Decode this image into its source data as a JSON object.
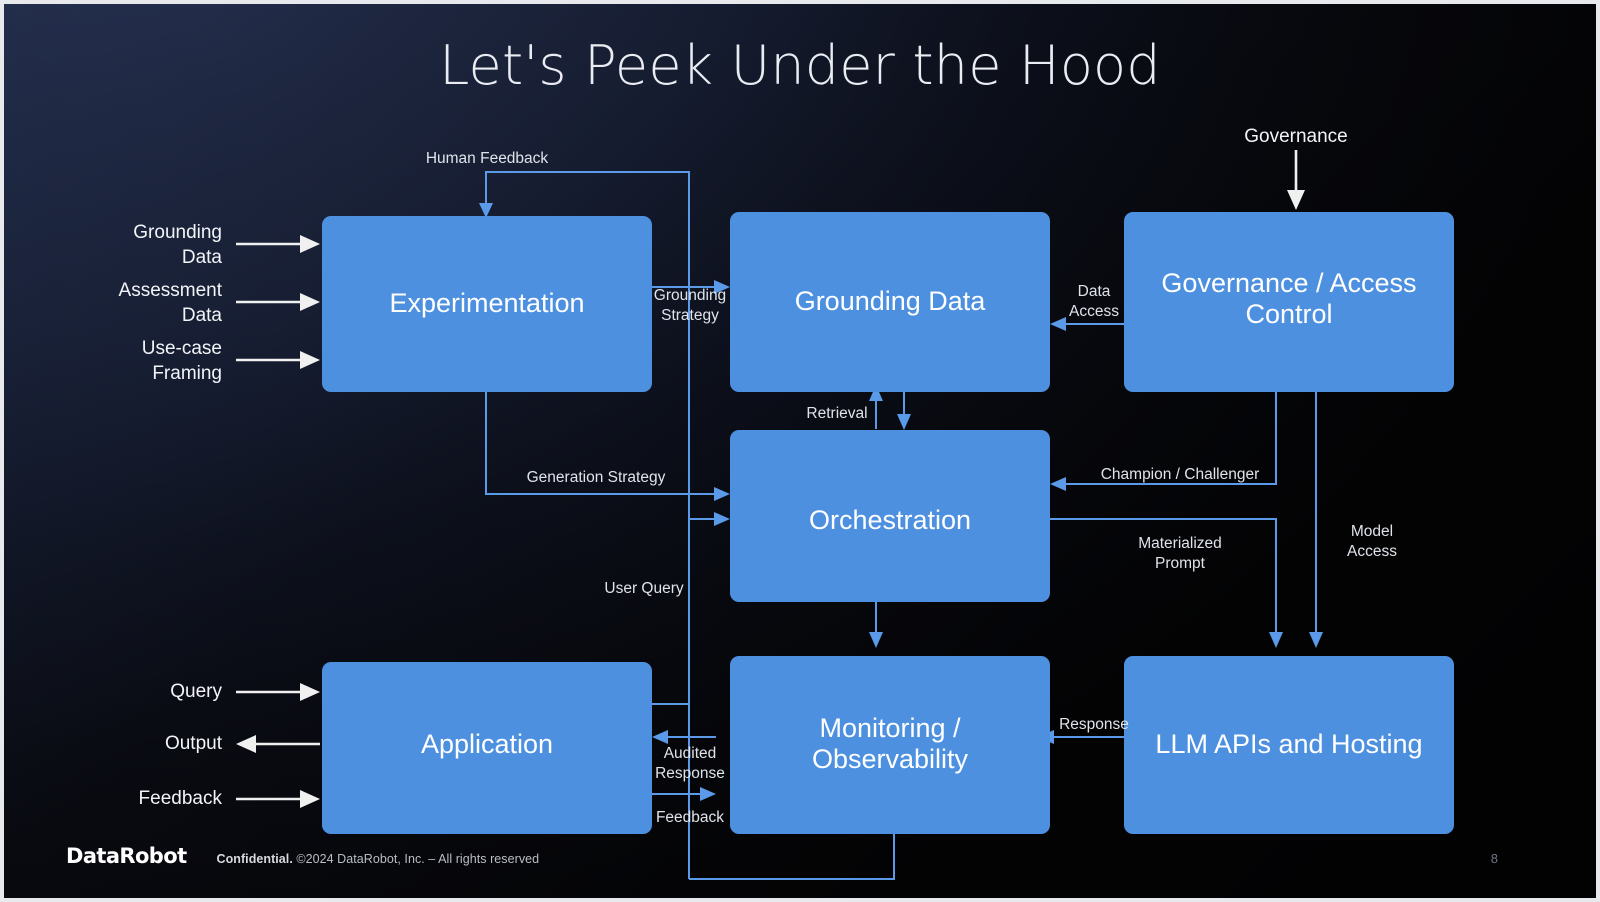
{
  "slide": {
    "title": "Let's Peek Under the Hood",
    "page_number": "8",
    "accent_color": "#4d90e0",
    "flow_color": "#5a9ae8",
    "external_color": "#f0f0f0",
    "background_start": "#26304d",
    "background_end": "#050507"
  },
  "footer": {
    "logo": "DataRobot",
    "confidential": "Confidential.",
    "copyright": "©2024 DataRobot, Inc. – All rights reserved"
  },
  "nodes": {
    "experimentation": {
      "label": "Experimentation"
    },
    "grounding_data": {
      "label": "Grounding Data"
    },
    "governance": {
      "label_line1": "Governance / Access",
      "label_line2": "Control"
    },
    "orchestration": {
      "label": "Orchestration"
    },
    "application": {
      "label": "Application"
    },
    "monitoring": {
      "label_line1": "Monitoring /",
      "label_line2": "Observability"
    },
    "llm": {
      "label": "LLM APIs and Hosting"
    }
  },
  "external_inputs": {
    "grounding_data_line1": "Grounding",
    "grounding_data_line2": "Data",
    "assessment_data_line1": "Assessment",
    "assessment_data_line2": "Data",
    "use_case_line1": "Use-case",
    "use_case_line2": "Framing",
    "governance": "Governance",
    "query": "Query",
    "output": "Output",
    "feedback": "Feedback"
  },
  "edge_labels": {
    "human_feedback": "Human Feedback",
    "grounding_strategy_l1": "Grounding",
    "grounding_strategy_l2": "Strategy",
    "data_access_l1": "Data",
    "data_access_l2": "Access",
    "retrieval": "Retrieval",
    "generation_strategy": "Generation Strategy",
    "champion_challenger": "Champion / Challenger",
    "materialized_prompt_l1": "Materialized",
    "materialized_prompt_l2": "Prompt",
    "model_access_l1": "Model",
    "model_access_l2": "Access",
    "user_query": "User Query",
    "audited_response_l1": "Audited",
    "audited_response_l2": "Response",
    "feedback": "Feedback",
    "response": "Response"
  },
  "chart_data": {
    "type": "diagram",
    "title": "Let's Peek Under the Hood",
    "nodes": [
      "Experimentation",
      "Grounding Data",
      "Governance / Access Control",
      "Orchestration",
      "Application",
      "Monitoring / Observability",
      "LLM APIs and Hosting"
    ],
    "external_inputs": [
      "Grounding Data",
      "Assessment Data",
      "Use-case Framing",
      "Governance",
      "Query",
      "Output",
      "Feedback"
    ],
    "edges": [
      {
        "from": "external",
        "to": "Experimentation",
        "label": "Human Feedback"
      },
      {
        "from": "Experimentation",
        "to": "Grounding Data",
        "label": "Grounding Strategy"
      },
      {
        "from": "Experimentation",
        "to": "Orchestration",
        "label": "Generation Strategy"
      },
      {
        "from": "Governance / Access Control",
        "to": "Grounding Data",
        "label": "Data Access"
      },
      {
        "from": "Grounding Data",
        "to": "Orchestration",
        "label": "Retrieval"
      },
      {
        "from": "Orchestration",
        "to": "Grounding Data",
        "label": "Retrieval"
      },
      {
        "from": "Governance / Access Control",
        "to": "Orchestration",
        "label": "Champion / Challenger"
      },
      {
        "from": "Orchestration",
        "to": "LLM APIs and Hosting",
        "label": "Materialized Prompt"
      },
      {
        "from": "Governance / Access Control",
        "to": "LLM APIs and Hosting",
        "label": "Model Access"
      },
      {
        "from": "Application",
        "to": "Orchestration",
        "label": "User Query"
      },
      {
        "from": "Orchestration",
        "to": "Monitoring / Observability",
        "label": ""
      },
      {
        "from": "LLM APIs and Hosting",
        "to": "Monitoring / Observability",
        "label": "Response"
      },
      {
        "from": "Monitoring / Observability",
        "to": "Application",
        "label": "Audited Response"
      },
      {
        "from": "Application",
        "to": "Monitoring / Observability",
        "label": "Feedback"
      },
      {
        "from": "Monitoring / Observability",
        "to": "Experimentation",
        "label": "Human Feedback"
      }
    ]
  }
}
